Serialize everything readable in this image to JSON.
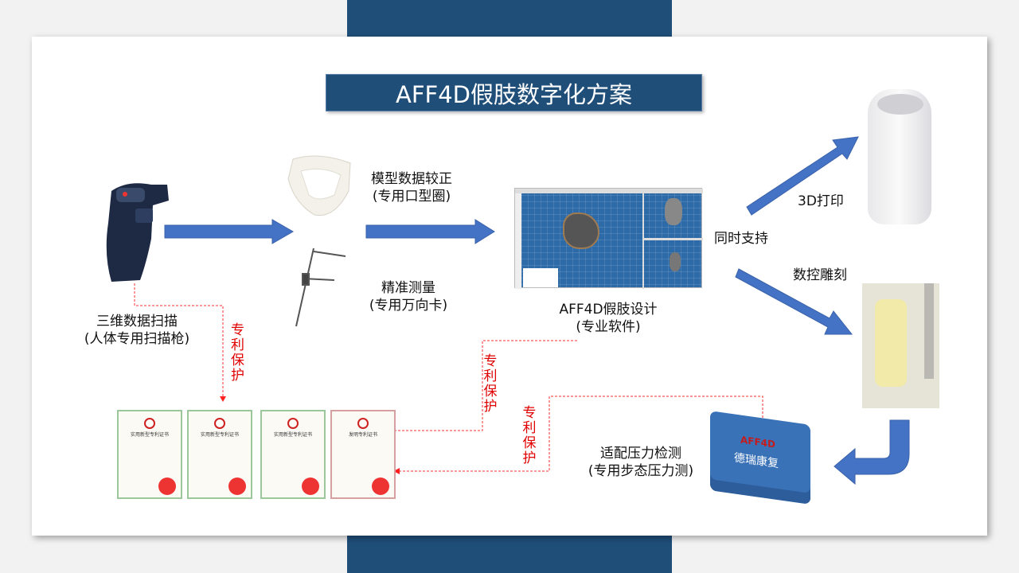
{
  "title": "AFF4D假肢数字化方案",
  "steps": {
    "scan": {
      "line1": "三维数据扫描",
      "line2": "(人体专用扫描枪)"
    },
    "calibrate": {
      "line1": "模型数据较正",
      "line2": "(专用口型圈)"
    },
    "measure": {
      "line1": "精准测量",
      "line2": "(专用万向卡)"
    },
    "design": {
      "line1": "AFF4D假肢设计",
      "line2": "(专业软件)"
    },
    "support": "同时支持",
    "print": "3D打印",
    "cnc": "数控雕刻",
    "pressure": {
      "line1": "适配压力检测",
      "line2": "(专用步态压力测)"
    }
  },
  "patent_label": "专利保护",
  "patent_chars": [
    "专",
    "利",
    "保",
    "护"
  ],
  "certificates": [
    {
      "title": "实用新型专利证书"
    },
    {
      "title": "实用新型专利证书"
    },
    {
      "title": "实用新型专利证书"
    },
    {
      "title": "发明专利证书"
    }
  ],
  "device_brand": "AFF4D",
  "device_name": "德瑞康复",
  "colors": {
    "navy": "#1f4e79",
    "arrow": "#4472c4",
    "patent": "#e00000"
  }
}
